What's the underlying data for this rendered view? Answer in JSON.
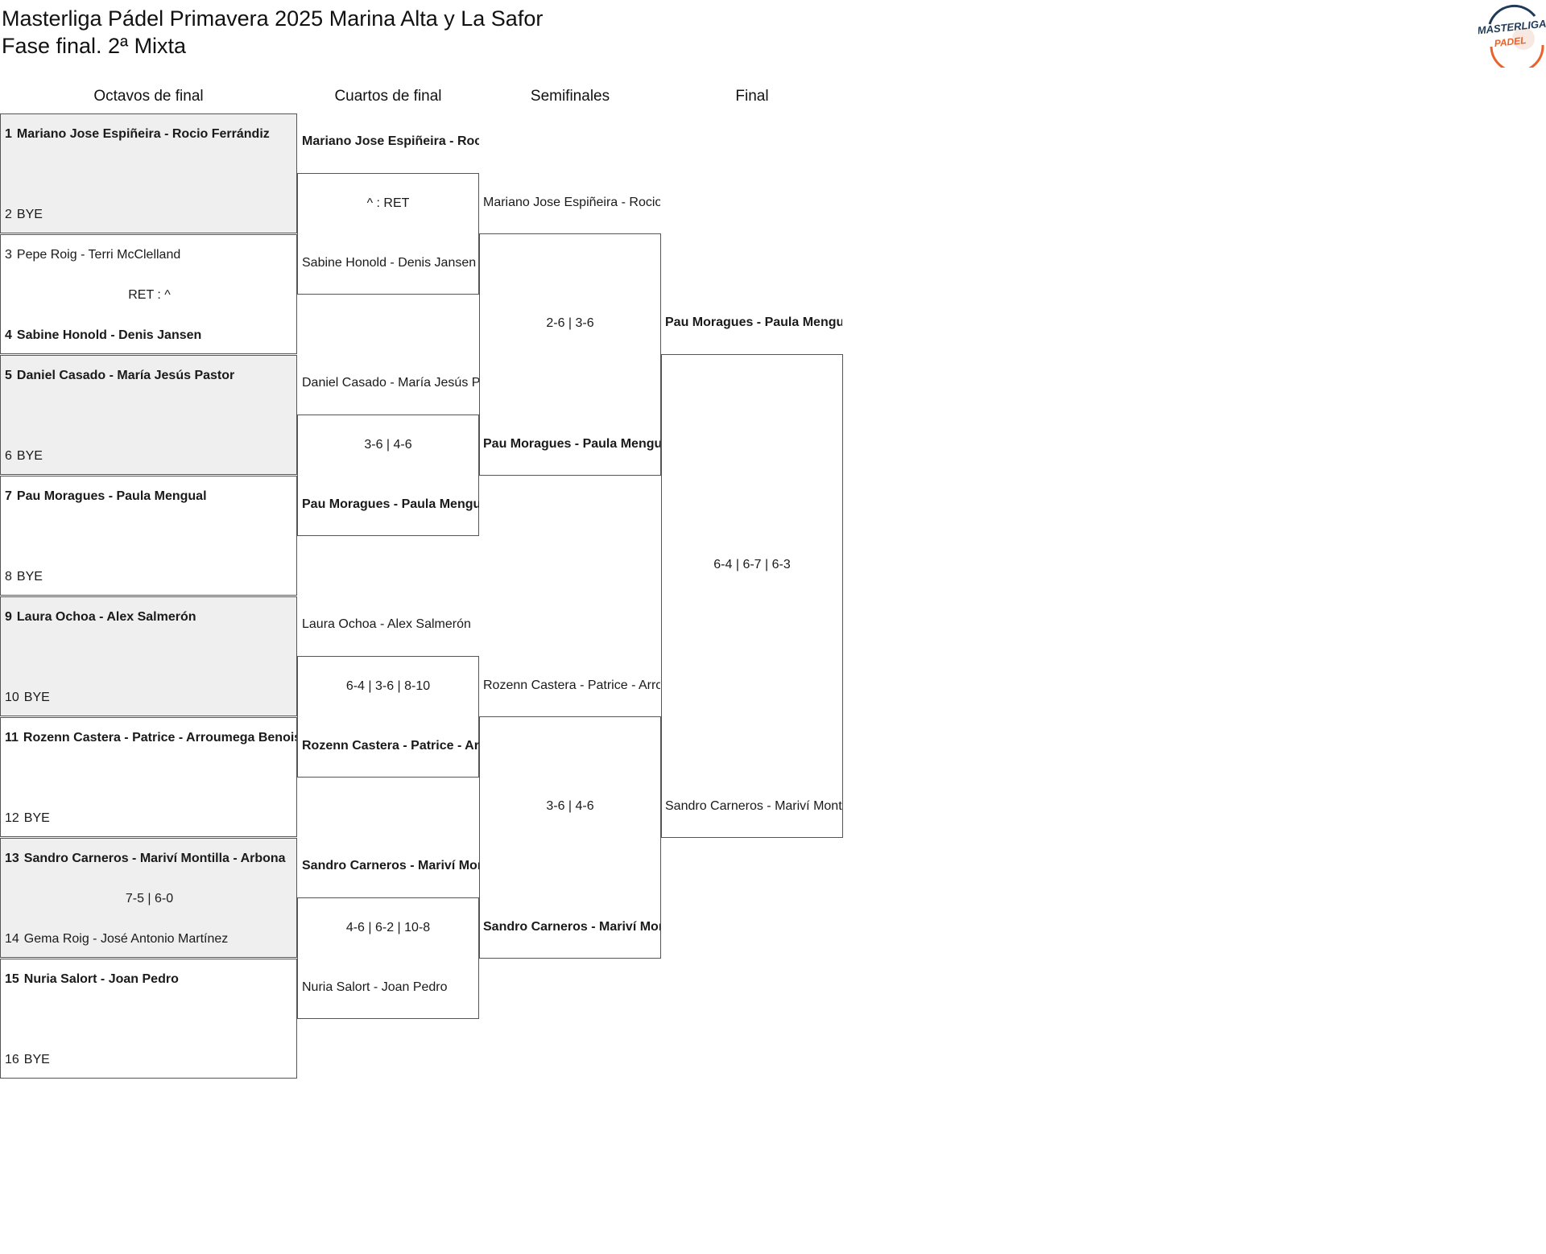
{
  "title": {
    "line1": "Masterliga Pádel Primavera 2025 Marina Alta y La Safor",
    "line2": "Fase final. 2ª Mixta"
  },
  "logo": {
    "text1": "MASTERLIGA",
    "text2": "PADEL",
    "colors": {
      "dark": "#1f3b57",
      "accent": "#e8622a"
    }
  },
  "rounds": [
    "Octavos de final",
    "Cuartos de final",
    "Semifinales",
    "Final"
  ],
  "r16": [
    {
      "seedA": "1",
      "teamA": "Mariano Jose Espiñeira - Rocio Ferrándiz",
      "seedB": "2",
      "teamB": "BYE",
      "score": "",
      "winner": "A"
    },
    {
      "seedA": "3",
      "teamA": "Pepe Roig - Terri McClelland",
      "seedB": "4",
      "teamB": "Sabine Honold - Denis Jansen",
      "score": "RET : ^",
      "winner": "B"
    },
    {
      "seedA": "5",
      "teamA": "Daniel Casado - María Jesús Pastor",
      "seedB": "6",
      "teamB": "BYE",
      "score": "",
      "winner": "A"
    },
    {
      "seedA": "7",
      "teamA": "Pau Moragues - Paula Mengual",
      "seedB": "8",
      "teamB": "BYE",
      "score": "",
      "winner": "A"
    },
    {
      "seedA": "9",
      "teamA": "Laura Ochoa - Alex Salmerón",
      "seedB": "10",
      "teamB": "BYE",
      "score": "",
      "winner": "A"
    },
    {
      "seedA": "11",
      "teamA": "Rozenn Castera - Patrice - Arroumega Benoist",
      "seedB": "12",
      "teamB": "BYE",
      "score": "",
      "winner": "A"
    },
    {
      "seedA": "13",
      "teamA": "Sandro Carneros - Mariví Montilla - Arbona",
      "seedB": "14",
      "teamB": "Gema Roig - José Antonio Martínez",
      "score": "7-5 | 6-0",
      "winner": "A"
    },
    {
      "seedA": "15",
      "teamA": "Nuria Salort - Joan Pedro",
      "seedB": "16",
      "teamB": "BYE",
      "score": "",
      "winner": "A"
    }
  ],
  "qf": [
    {
      "teamA": "Mariano Jose Espiñeira - Rocio Ferrándiz",
      "teamB": "Sabine Honold - Denis Jansen",
      "score": "^ : RET",
      "winner": "A"
    },
    {
      "teamA": "Daniel Casado - María Jesús Pastor",
      "teamB": "Pau Moragues - Paula Mengual",
      "score": "3-6 | 4-6",
      "winner": "B"
    },
    {
      "teamA": "Laura Ochoa - Alex Salmerón",
      "teamB": "Rozenn Castera - Patrice - Arroumega Benoist",
      "score": "6-4 | 3-6 | 8-10",
      "winner": "B"
    },
    {
      "teamA": "Sandro Carneros - Mariví Montilla - Arbona",
      "teamB": "Nuria Salort - Joan Pedro",
      "score": "4-6 | 6-2 | 10-8",
      "winner": "A"
    }
  ],
  "sf": [
    {
      "teamA": "Mariano Jose Espiñeira - Rocio Ferrándiz",
      "teamB": "Pau Moragues - Paula Mengual",
      "score": "2-6 | 3-6",
      "winner": "B"
    },
    {
      "teamA": "Rozenn Castera - Patrice - Arroumega Benoist",
      "teamB": "Sandro Carneros - Mariví Montilla - Arbona",
      "score": "3-6 | 4-6",
      "winner": "B"
    }
  ],
  "final": {
    "teamA": "Pau Moragues - Paula Mengual",
    "teamB": "Sandro Carneros - Mariví Montilla - Arbona",
    "score": "6-4 | 6-7 | 6-3",
    "winner": "A"
  }
}
